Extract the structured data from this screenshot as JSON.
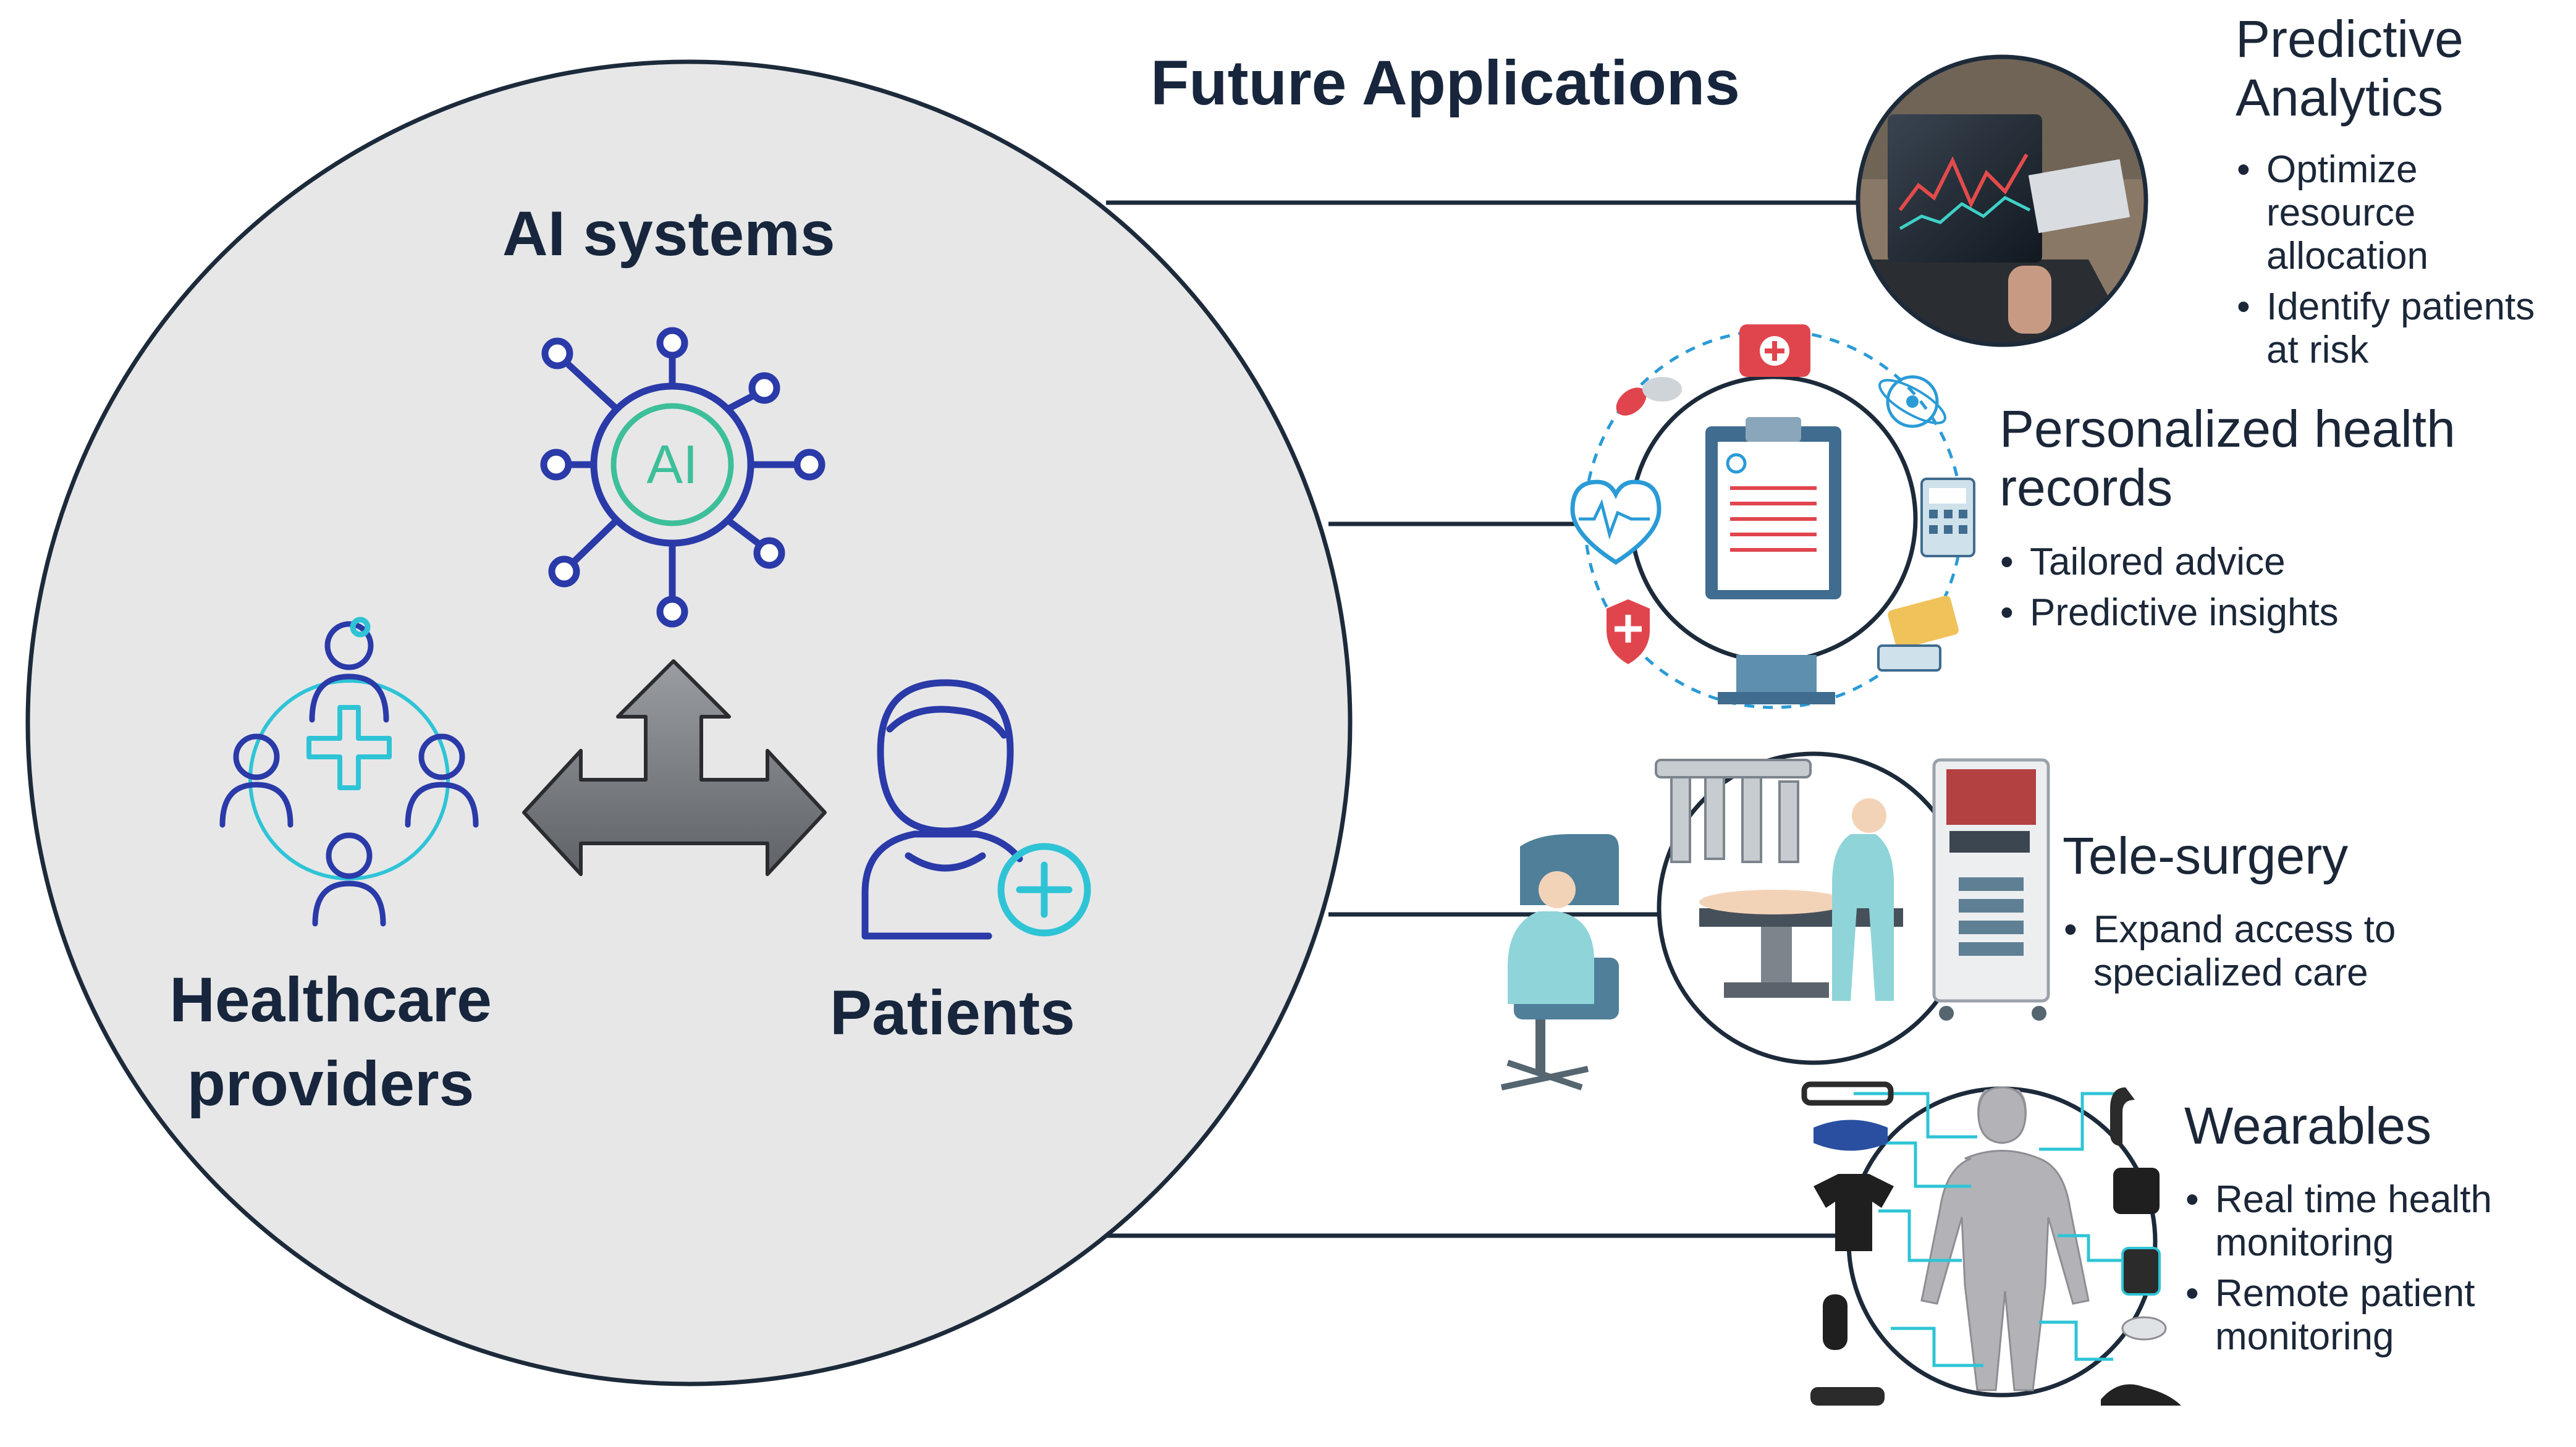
{
  "heading": "Future Applications",
  "hub": {
    "ai_label": "AI systems",
    "ai_icon_text": "AI",
    "providers_label": "Healthcare\nproviders",
    "patients_label": "Patients"
  },
  "applications": [
    {
      "title": "Predictive\nAnalytics",
      "bullets": [
        "Optimize\nresource\nallocation",
        "Identify patients\nat risk"
      ],
      "image": "laptop-analytics-photo"
    },
    {
      "title": "Personalized health\nrecords",
      "bullets": [
        "Tailored advice",
        "Predictive insights"
      ],
      "image": "health-records-icon-ring"
    },
    {
      "title": "Tele-surgery",
      "bullets": [
        "Expand access to\nspecialized care"
      ],
      "image": "robotic-surgery-illustration"
    },
    {
      "title": "Wearables",
      "bullets": [
        "Real time health\nmonitoring",
        "Remote patient\nmonitoring"
      ],
      "image": "body-wearables-illustration"
    }
  ],
  "colors": {
    "circle_fill": "#e7e7e8",
    "outline": "#1c2a3a",
    "icon_blue": "#2a3aa8",
    "icon_cyan": "#2ec4d6",
    "ai_green": "#3dbf9a",
    "arrow_gray": "#7c7f84"
  }
}
